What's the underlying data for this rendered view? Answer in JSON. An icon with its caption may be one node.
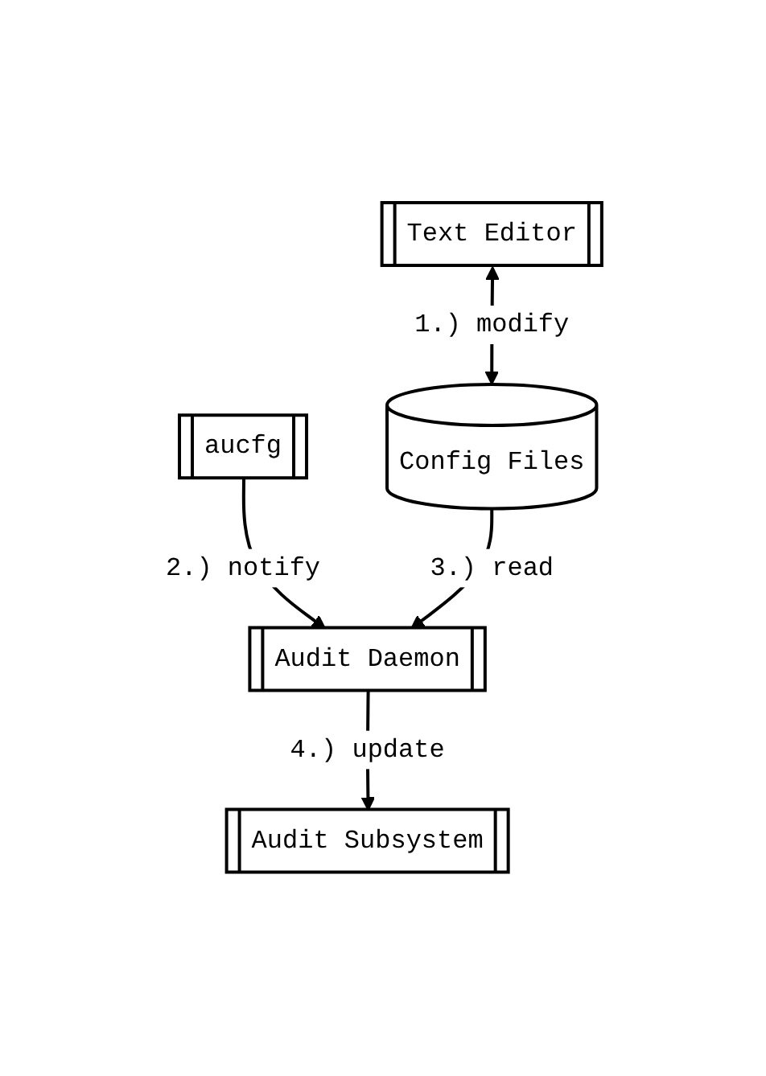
{
  "diagram": {
    "nodes": [
      {
        "text": [
          "Text Editor"
        ]
      },
      {
        "text": [
          "aucfg"
        ]
      },
      {
        "text": [
          "Config Files"
        ]
      },
      {
        "text": [
          "Audit Daemon"
        ]
      },
      {
        "text": [
          "Audit Subsystem"
        ]
      }
    ],
    "edges": [
      {
        "from": 0,
        "to": 2,
        "arrow": "both",
        "label": "1.) modify"
      },
      {
        "from": 1,
        "to": 3,
        "arrow": "to",
        "label": "2.) notify"
      },
      {
        "from": 2,
        "to": 3,
        "arrow": "to",
        "label": "3.) read"
      },
      {
        "from": 3,
        "to": 4,
        "arrow": "to",
        "label": "4.) update"
      }
    ]
  }
}
